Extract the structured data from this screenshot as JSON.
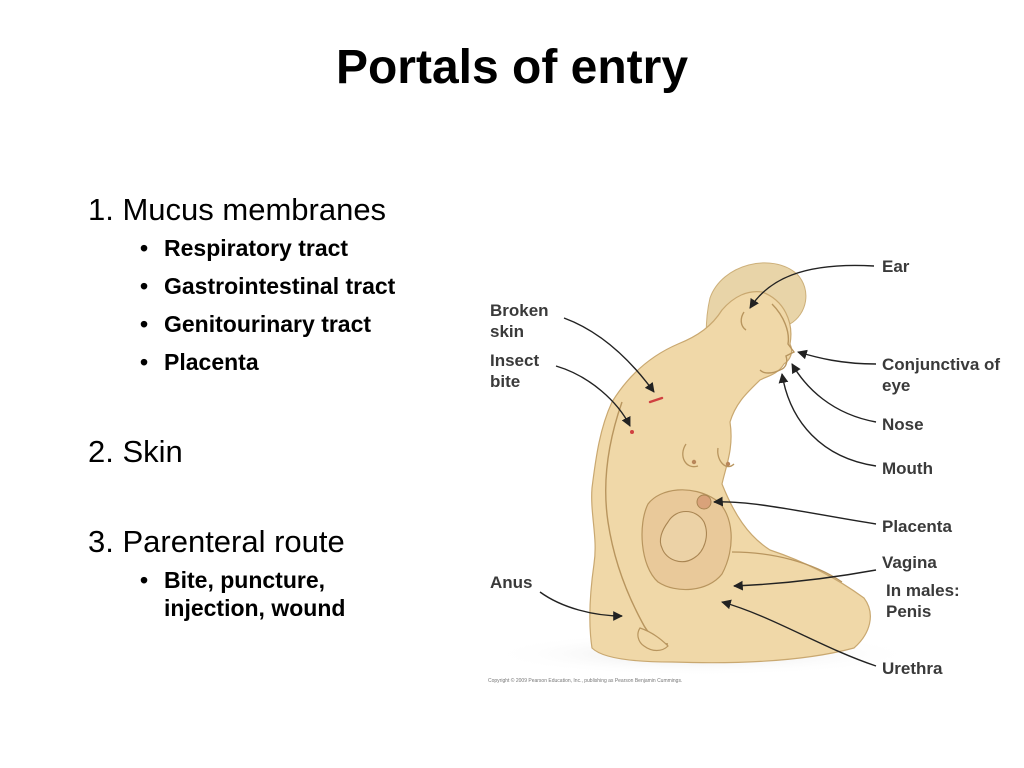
{
  "slide": {
    "title": "Portals of entry"
  },
  "outline": {
    "sections": [
      {
        "heading": "1. Mucus membranes",
        "bullets": [
          "Respiratory tract",
          "Gastrointestinal tract",
          "Genitourinary tract",
          "Placenta"
        ]
      },
      {
        "heading": "2. Skin",
        "bullets": []
      },
      {
        "heading": "3. Parenteral route",
        "bullets": [
          "Bite, puncture, injection, wound"
        ]
      }
    ],
    "bullet_glyph": "•"
  },
  "figure": {
    "labels": {
      "ear": "Ear",
      "broken_skin": "Broken skin",
      "insect_bite": "Insect bite",
      "conjunctiva": "Conjunctiva of eye",
      "nose": "Nose",
      "mouth": "Mouth",
      "placenta": "Placenta",
      "vagina": "Vagina",
      "in_males_penis": "In males: Penis",
      "anus": "Anus",
      "urethra": "Urethra"
    },
    "copyright": "Copyright © 2009 Pearson Education, Inc., publishing as Pearson Benjamin Cummings.",
    "colors": {
      "skin": "#f0d8a8",
      "skin_shadow": "#dcbf8a",
      "hair": "#e8d4a8",
      "label": "#3a3a3a",
      "arrow": "#222222",
      "lesion": "#d04040"
    }
  }
}
